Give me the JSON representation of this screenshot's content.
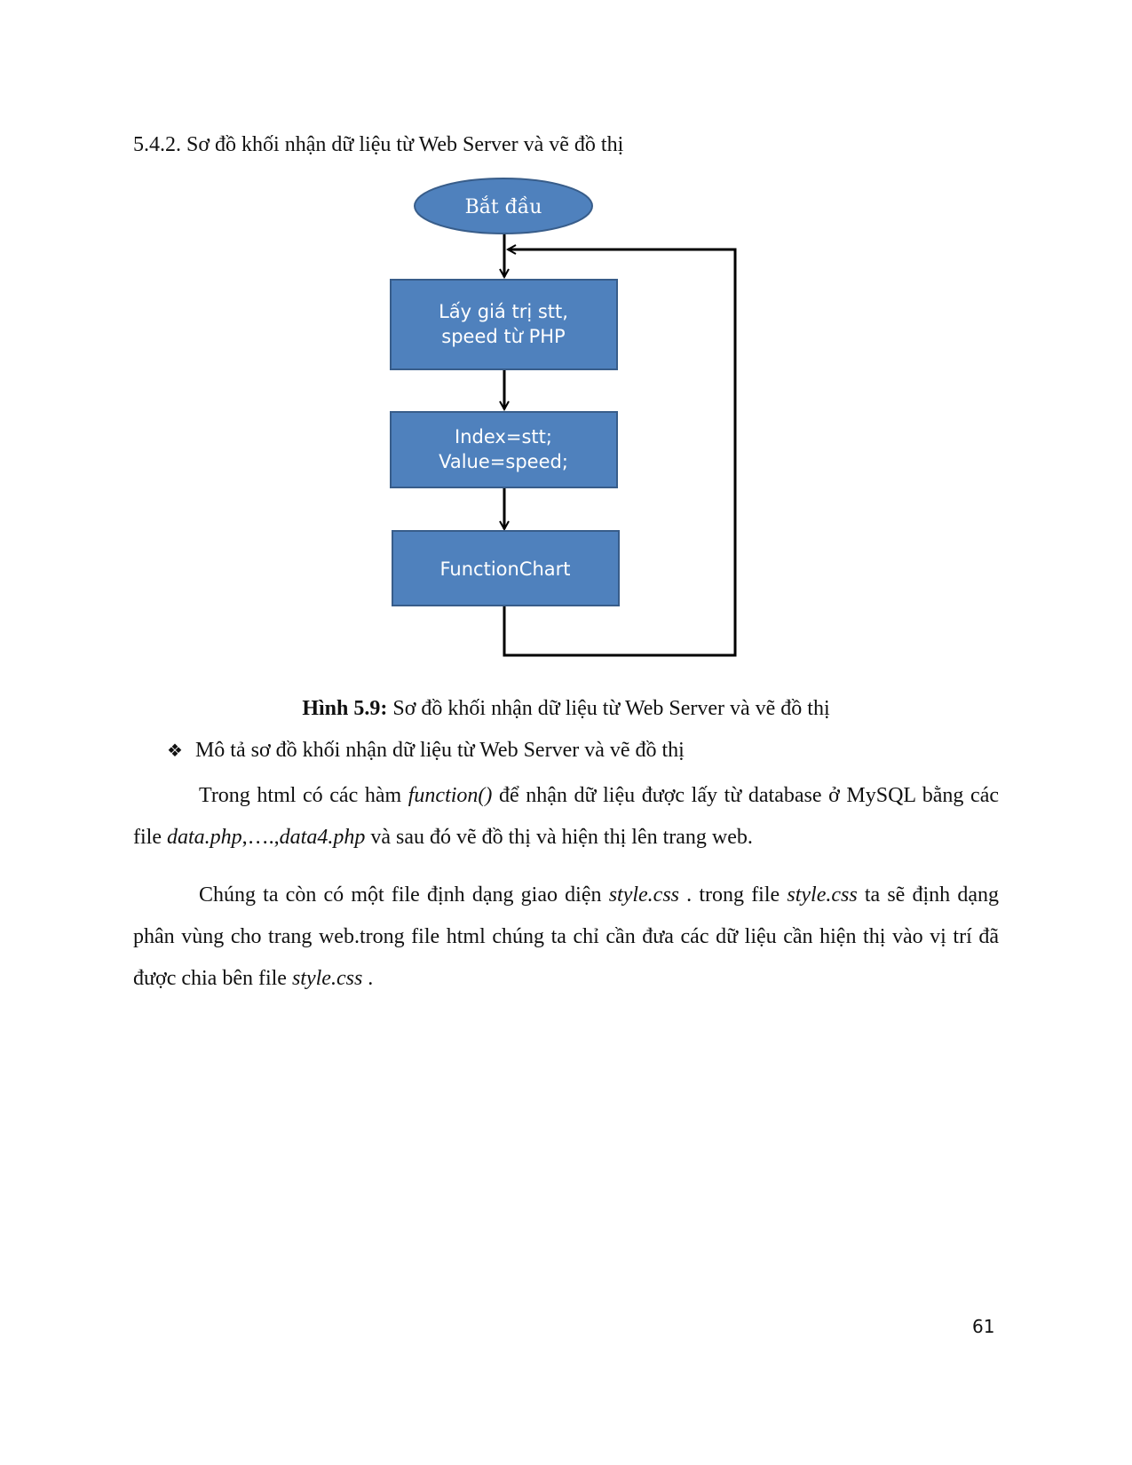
{
  "heading": "5.4.2. Sơ đồ khối nhận dữ liệu từ Web Server và vẽ đồ thị",
  "flowchart": {
    "start": "Bắt đầu",
    "step1_line1": "Lấy giá trị stt,",
    "step1_line2": "speed từ PHP",
    "step2_line1": "Index=stt;",
    "step2_line2": "Value=speed;",
    "step3": "FunctionChart"
  },
  "caption": {
    "label": "Hình 5.9:",
    "text": " Sơ đồ khối nhận dữ liệu từ Web Server và vẽ đồ thị"
  },
  "bullet": {
    "icon": "diamond-bullet-icon",
    "text": "Mô tả sơ đồ khối nhận dữ liệu từ Web Server và vẽ đồ thị"
  },
  "paragraph1": {
    "t1": "Trong html có các hàm ",
    "i1": "function()",
    "t2": " để nhận dữ liệu được lấy từ database ở MySQL bằng các file ",
    "i2": "data.php",
    "t3": ",….,",
    "i3": "data4.php",
    "t4": " và sau đó vẽ đồ thị và hiện thị lên trang web."
  },
  "paragraph2": {
    "t1": "Chúng ta còn có một file định dạng giao diện ",
    "i1": "style.css",
    "t2": " . trong file ",
    "i2": "style.css",
    "t3": " ta sẽ định dạng phân vùng cho trang web.trong file html chúng ta chỉ cần đưa các dữ liệu cần hiện thị vào vị trí đã được chia bên file ",
    "i3": "style.css",
    "t4": " ."
  },
  "page_number": "61",
  "colors": {
    "node_fill": "#4f81bd",
    "node_stroke": "#385d8a",
    "line": "#000000"
  }
}
